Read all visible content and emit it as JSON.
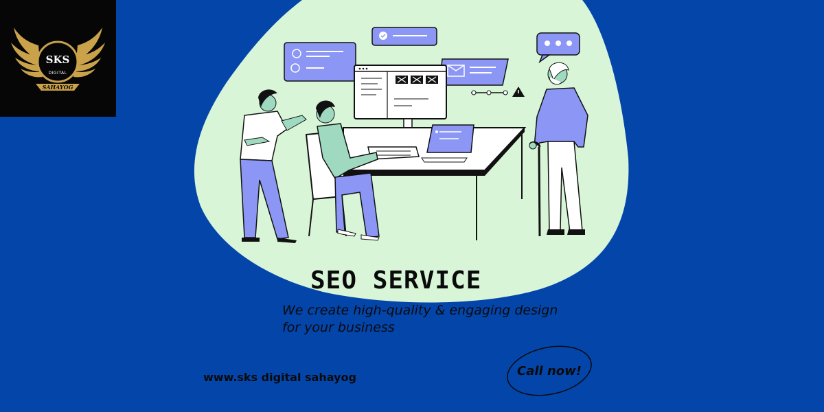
{
  "logo": {
    "brand": "SKS",
    "line1": "DIGITAL",
    "line2": "SAHAYOG"
  },
  "hero": {
    "headline": "SEO SERVICE",
    "tagline": "We create high-quality & engaging design for your business"
  },
  "footer": {
    "website": "www.sks digital sahayog",
    "cta_label": "Call now!"
  },
  "colors": {
    "background": "#0445aa",
    "blob": "#d8f5d8",
    "accent_purple": "#8c97f5",
    "skin_green": "#9ed9c0",
    "logo_gold": "#c9a24a"
  }
}
